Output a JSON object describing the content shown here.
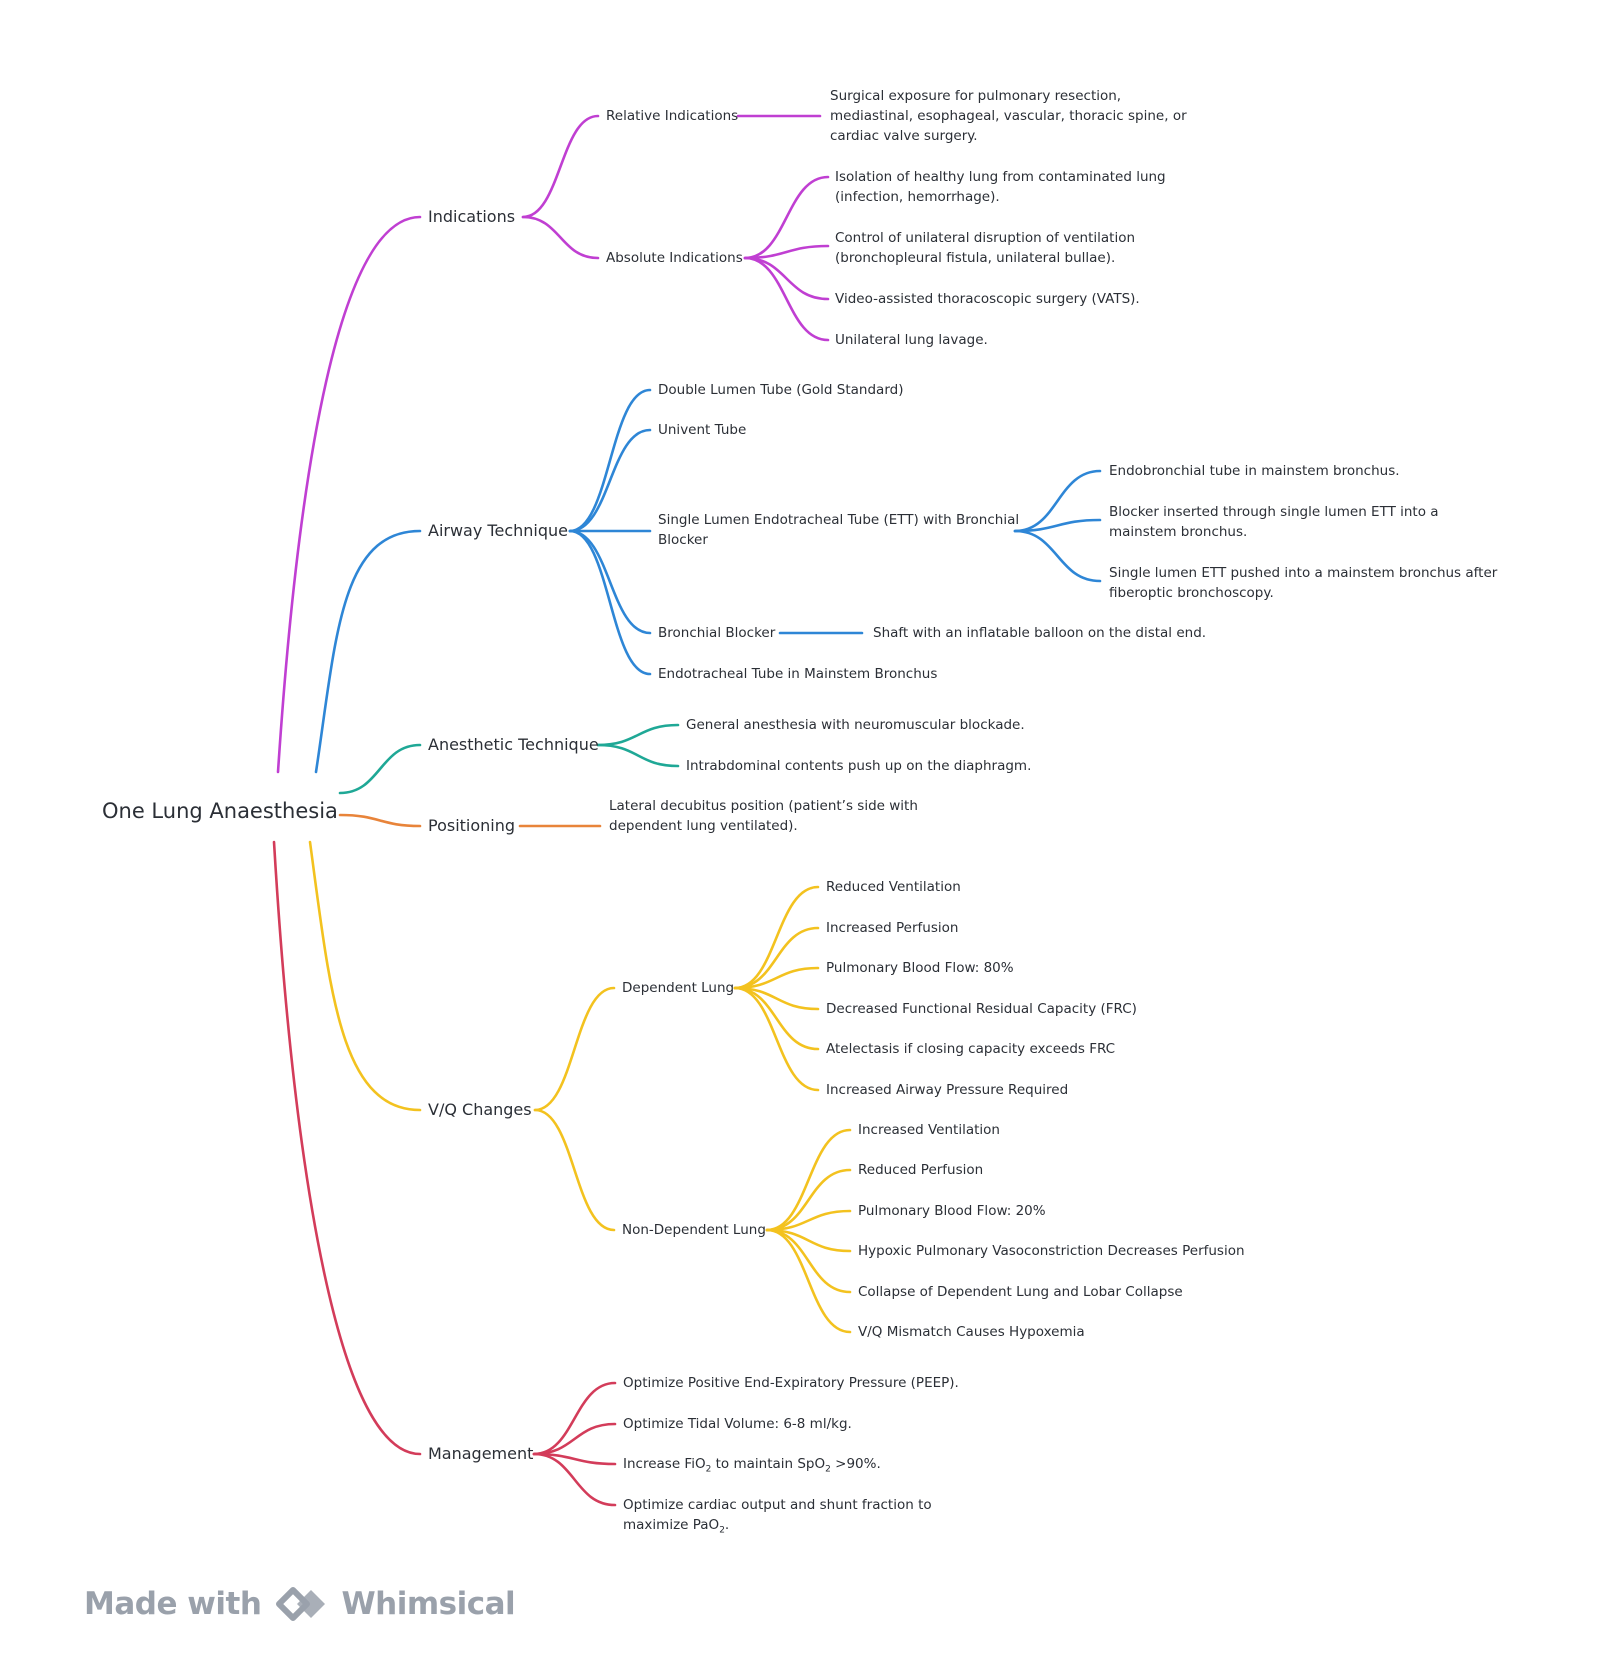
{
  "root": "One Lung Anaesthesia",
  "colors": {
    "indications": "#c03fd2",
    "airway": "#2e86d6",
    "anesthetic": "#1fa896",
    "positioning": "#e8843a",
    "vq": "#f3c21f",
    "management": "#d33c5a"
  },
  "branches": {
    "indications": {
      "label": "Indications",
      "relative": {
        "label": "Relative Indications",
        "detail": "Surgical exposure for pulmonary resection, mediastinal, esophageal, vascular, thoracic spine, or cardiac valve surgery."
      },
      "absolute": {
        "label": "Absolute Indications",
        "items": [
          "Isolation of healthy lung from contaminated lung (infection, hemorrhage).",
          "Control of unilateral disruption of ventilation (bronchopleural fistula, unilateral bullae).",
          "Video-assisted thoracoscopic surgery (VATS).",
          "Unilateral lung lavage."
        ]
      }
    },
    "airway": {
      "label": "Airway Technique",
      "double_lumen": "Double Lumen Tube (Gold Standard)",
      "univent": "Univent Tube",
      "single_lumen": {
        "label": "Single Lumen Endotracheal Tube (ETT) with Bronchial Blocker",
        "items": [
          "Endobronchial tube in mainstem bronchus.",
          "Blocker inserted through single lumen ETT into a mainstem bronchus.",
          "Single lumen ETT pushed into a mainstem bronchus after fiberoptic bronchoscopy."
        ]
      },
      "bronchial_blocker": {
        "label": "Bronchial Blocker",
        "detail": "Shaft with an inflatable balloon on the distal end."
      },
      "ett_mainstem": "Endotracheal Tube in Mainstem Bronchus"
    },
    "anesthetic": {
      "label": "Anesthetic Technique",
      "items": [
        "General anesthesia with neuromuscular blockade.",
        "Intrabdominal contents push up on the diaphragm."
      ]
    },
    "positioning": {
      "label": "Positioning",
      "detail": "Lateral decubitus position (patient’s side with dependent lung ventilated)."
    },
    "vq": {
      "label": "V/Q Changes",
      "dependent": {
        "label": "Dependent Lung",
        "items": [
          "Reduced Ventilation",
          "Increased Perfusion",
          "Pulmonary Blood Flow: 80%",
          "Decreased Functional Residual Capacity (FRC)",
          "Atelectasis if closing capacity exceeds FRC",
          "Increased Airway Pressure Required"
        ]
      },
      "non_dependent": {
        "label": "Non-Dependent Lung",
        "items": [
          "Increased Ventilation",
          "Reduced Perfusion",
          "Pulmonary Blood Flow: 20%",
          "Hypoxic Pulmonary Vasoconstriction Decreases Perfusion",
          "Collapse of Dependent Lung and Lobar Collapse",
          "V/Q Mismatch Causes Hypoxemia"
        ]
      }
    },
    "management": {
      "label": "Management",
      "peep": "Optimize Positive End-Expiratory Pressure (PEEP).",
      "tidal": "Optimize Tidal Volume: 6-8 ml/kg.",
      "fio2": {
        "a": "Increase FiO",
        "b": "2",
        "c": " to maintain SpO",
        "d": "2",
        "e": " >90%."
      },
      "cardiac": {
        "a": "Optimize cardiac output and shunt fraction to maximize PaO",
        "b": "2",
        "c": "."
      }
    }
  },
  "footer": {
    "made_with": "Made with",
    "brand": "Whimsical"
  }
}
